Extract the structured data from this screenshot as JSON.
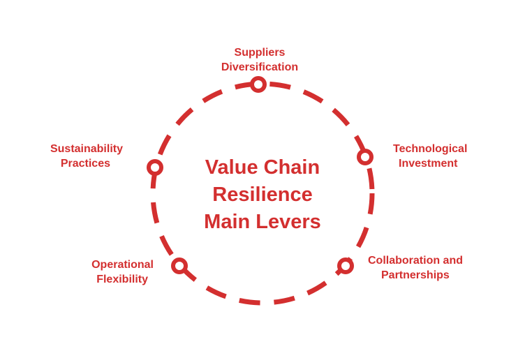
{
  "diagram": {
    "center_title": [
      "Value Chain",
      "Resilience",
      "Main Levers"
    ],
    "accent_color": "#d32f2f",
    "background_color": "#ffffff",
    "nodes": [
      {
        "id": "suppliers",
        "lines": [
          "Suppliers",
          "Diversification"
        ]
      },
      {
        "id": "technology",
        "lines": [
          "Technological",
          "Investment"
        ]
      },
      {
        "id": "collaboration",
        "lines": [
          "Collaboration and",
          "Partnerships"
        ]
      },
      {
        "id": "operational",
        "lines": [
          "Operational",
          "Flexibility"
        ]
      },
      {
        "id": "sustainability",
        "lines": [
          "Sustainability",
          "Practices"
        ]
      }
    ]
  }
}
